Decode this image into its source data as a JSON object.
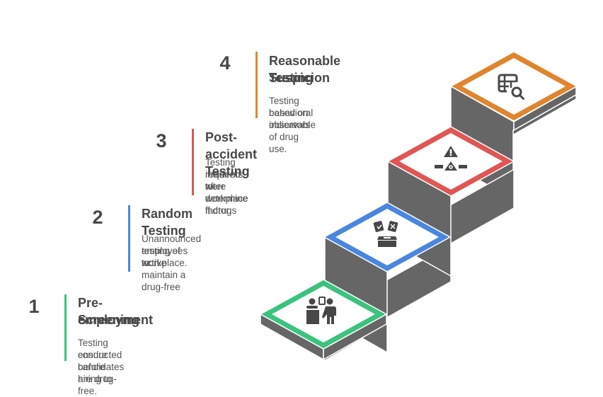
{
  "colors": {
    "step1": "#3cc27f",
    "step2": "#4a86e0",
    "step3": "#e05555",
    "step4": "#e0852e",
    "riser": "#666666",
    "text_dark": "#474747",
    "text_body": "#555555"
  },
  "steps": [
    {
      "number": "1",
      "title_line1": "Pre-employment",
      "title_line2": "Screening",
      "desc_line1": "Testing conducted before hiring to",
      "desc_line2": "ensure candidates are drug-free.",
      "desc_line3": "",
      "icon": "reception-desk-people-icon"
    },
    {
      "number": "2",
      "title_line1": "Random Testing",
      "title_line2": "",
      "desc_line1": "Unannounced testing of active",
      "desc_line2": "employees to maintain a drug-free",
      "desc_line3": "workplace.",
      "icon": "random-cards-box-icon"
    },
    {
      "number": "3",
      "title_line1": "Post-accident Testing",
      "title_line2": "",
      "desc_line1": "Testing required after workplace",
      "desc_line2": "incidents to determine if drugs",
      "desc_line3": "were a factor.",
      "icon": "warning-accident-icon"
    },
    {
      "number": "4",
      "title_line1": "Reasonable Suspicion",
      "title_line2": "Testing",
      "desc_line1": "Testing based on observable",
      "desc_line2": "behavioral indicators of drug use.",
      "desc_line3": "",
      "icon": "table-search-icon"
    }
  ]
}
